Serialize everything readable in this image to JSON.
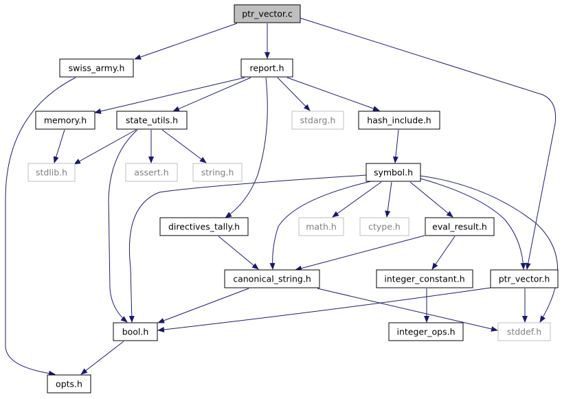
{
  "title": "ptr_vector.c",
  "colors": {
    "edge": "#191970",
    "root_fill": "#bfbfbf",
    "node_border": "#000000",
    "external_border": "#bfbfbf",
    "external_text": "#7f7f7f",
    "text": "#000000"
  },
  "nodes": [
    {
      "id": "ptr_vector_c",
      "label": "ptr_vector.c",
      "kind": "root"
    },
    {
      "id": "swiss_army_h",
      "label": "swiss_army.h",
      "kind": "local"
    },
    {
      "id": "report_h",
      "label": "report.h",
      "kind": "local"
    },
    {
      "id": "memory_h",
      "label": "memory.h",
      "kind": "local"
    },
    {
      "id": "state_utils_h",
      "label": "state_utils.h",
      "kind": "local"
    },
    {
      "id": "stdarg_h",
      "label": "stdarg.h",
      "kind": "external"
    },
    {
      "id": "hash_include_h",
      "label": "hash_include.h",
      "kind": "local"
    },
    {
      "id": "stdlib_h",
      "label": "stdlib.h",
      "kind": "external"
    },
    {
      "id": "assert_h",
      "label": "assert.h",
      "kind": "external"
    },
    {
      "id": "string_h",
      "label": "string.h",
      "kind": "external"
    },
    {
      "id": "symbol_h",
      "label": "symbol.h",
      "kind": "local"
    },
    {
      "id": "directives_tally_h",
      "label": "directives_tally.h",
      "kind": "local"
    },
    {
      "id": "math_h",
      "label": "math.h",
      "kind": "external"
    },
    {
      "id": "ctype_h",
      "label": "ctype.h",
      "kind": "external"
    },
    {
      "id": "eval_result_h",
      "label": "eval_result.h",
      "kind": "local"
    },
    {
      "id": "canonical_string_h",
      "label": "canonical_string.h",
      "kind": "local"
    },
    {
      "id": "integer_constant_h",
      "label": "integer_constant.h",
      "kind": "local"
    },
    {
      "id": "ptr_vector_h",
      "label": "ptr_vector.h",
      "kind": "local"
    },
    {
      "id": "bool_h",
      "label": "bool.h",
      "kind": "local"
    },
    {
      "id": "integer_ops_h",
      "label": "integer_ops.h",
      "kind": "local"
    },
    {
      "id": "stddef_h",
      "label": "stddef.h",
      "kind": "external"
    },
    {
      "id": "opts_h",
      "label": "opts.h",
      "kind": "local"
    }
  ],
  "edges": [
    {
      "from": "ptr_vector_c",
      "to": "swiss_army_h"
    },
    {
      "from": "ptr_vector_c",
      "to": "report_h"
    },
    {
      "from": "ptr_vector_c",
      "to": "ptr_vector_h"
    },
    {
      "from": "swiss_army_h",
      "to": "opts_h"
    },
    {
      "from": "report_h",
      "to": "memory_h"
    },
    {
      "from": "report_h",
      "to": "state_utils_h"
    },
    {
      "from": "report_h",
      "to": "stdarg_h"
    },
    {
      "from": "report_h",
      "to": "hash_include_h"
    },
    {
      "from": "report_h",
      "to": "directives_tally_h"
    },
    {
      "from": "memory_h",
      "to": "stdlib_h"
    },
    {
      "from": "state_utils_h",
      "to": "stdlib_h"
    },
    {
      "from": "state_utils_h",
      "to": "assert_h"
    },
    {
      "from": "state_utils_h",
      "to": "string_h"
    },
    {
      "from": "state_utils_h",
      "to": "bool_h"
    },
    {
      "from": "hash_include_h",
      "to": "symbol_h"
    },
    {
      "from": "symbol_h",
      "to": "bool_h"
    },
    {
      "from": "symbol_h",
      "to": "canonical_string_h"
    },
    {
      "from": "symbol_h",
      "to": "math_h"
    },
    {
      "from": "symbol_h",
      "to": "ctype_h"
    },
    {
      "from": "symbol_h",
      "to": "eval_result_h"
    },
    {
      "from": "symbol_h",
      "to": "ptr_vector_h"
    },
    {
      "from": "symbol_h",
      "to": "stddef_h"
    },
    {
      "from": "directives_tally_h",
      "to": "canonical_string_h"
    },
    {
      "from": "eval_result_h",
      "to": "canonical_string_h"
    },
    {
      "from": "eval_result_h",
      "to": "integer_constant_h"
    },
    {
      "from": "canonical_string_h",
      "to": "bool_h"
    },
    {
      "from": "canonical_string_h",
      "to": "stddef_h"
    },
    {
      "from": "integer_constant_h",
      "to": "integer_ops_h"
    },
    {
      "from": "ptr_vector_h",
      "to": "bool_h"
    },
    {
      "from": "ptr_vector_h",
      "to": "stddef_h"
    },
    {
      "from": "bool_h",
      "to": "opts_h"
    }
  ]
}
